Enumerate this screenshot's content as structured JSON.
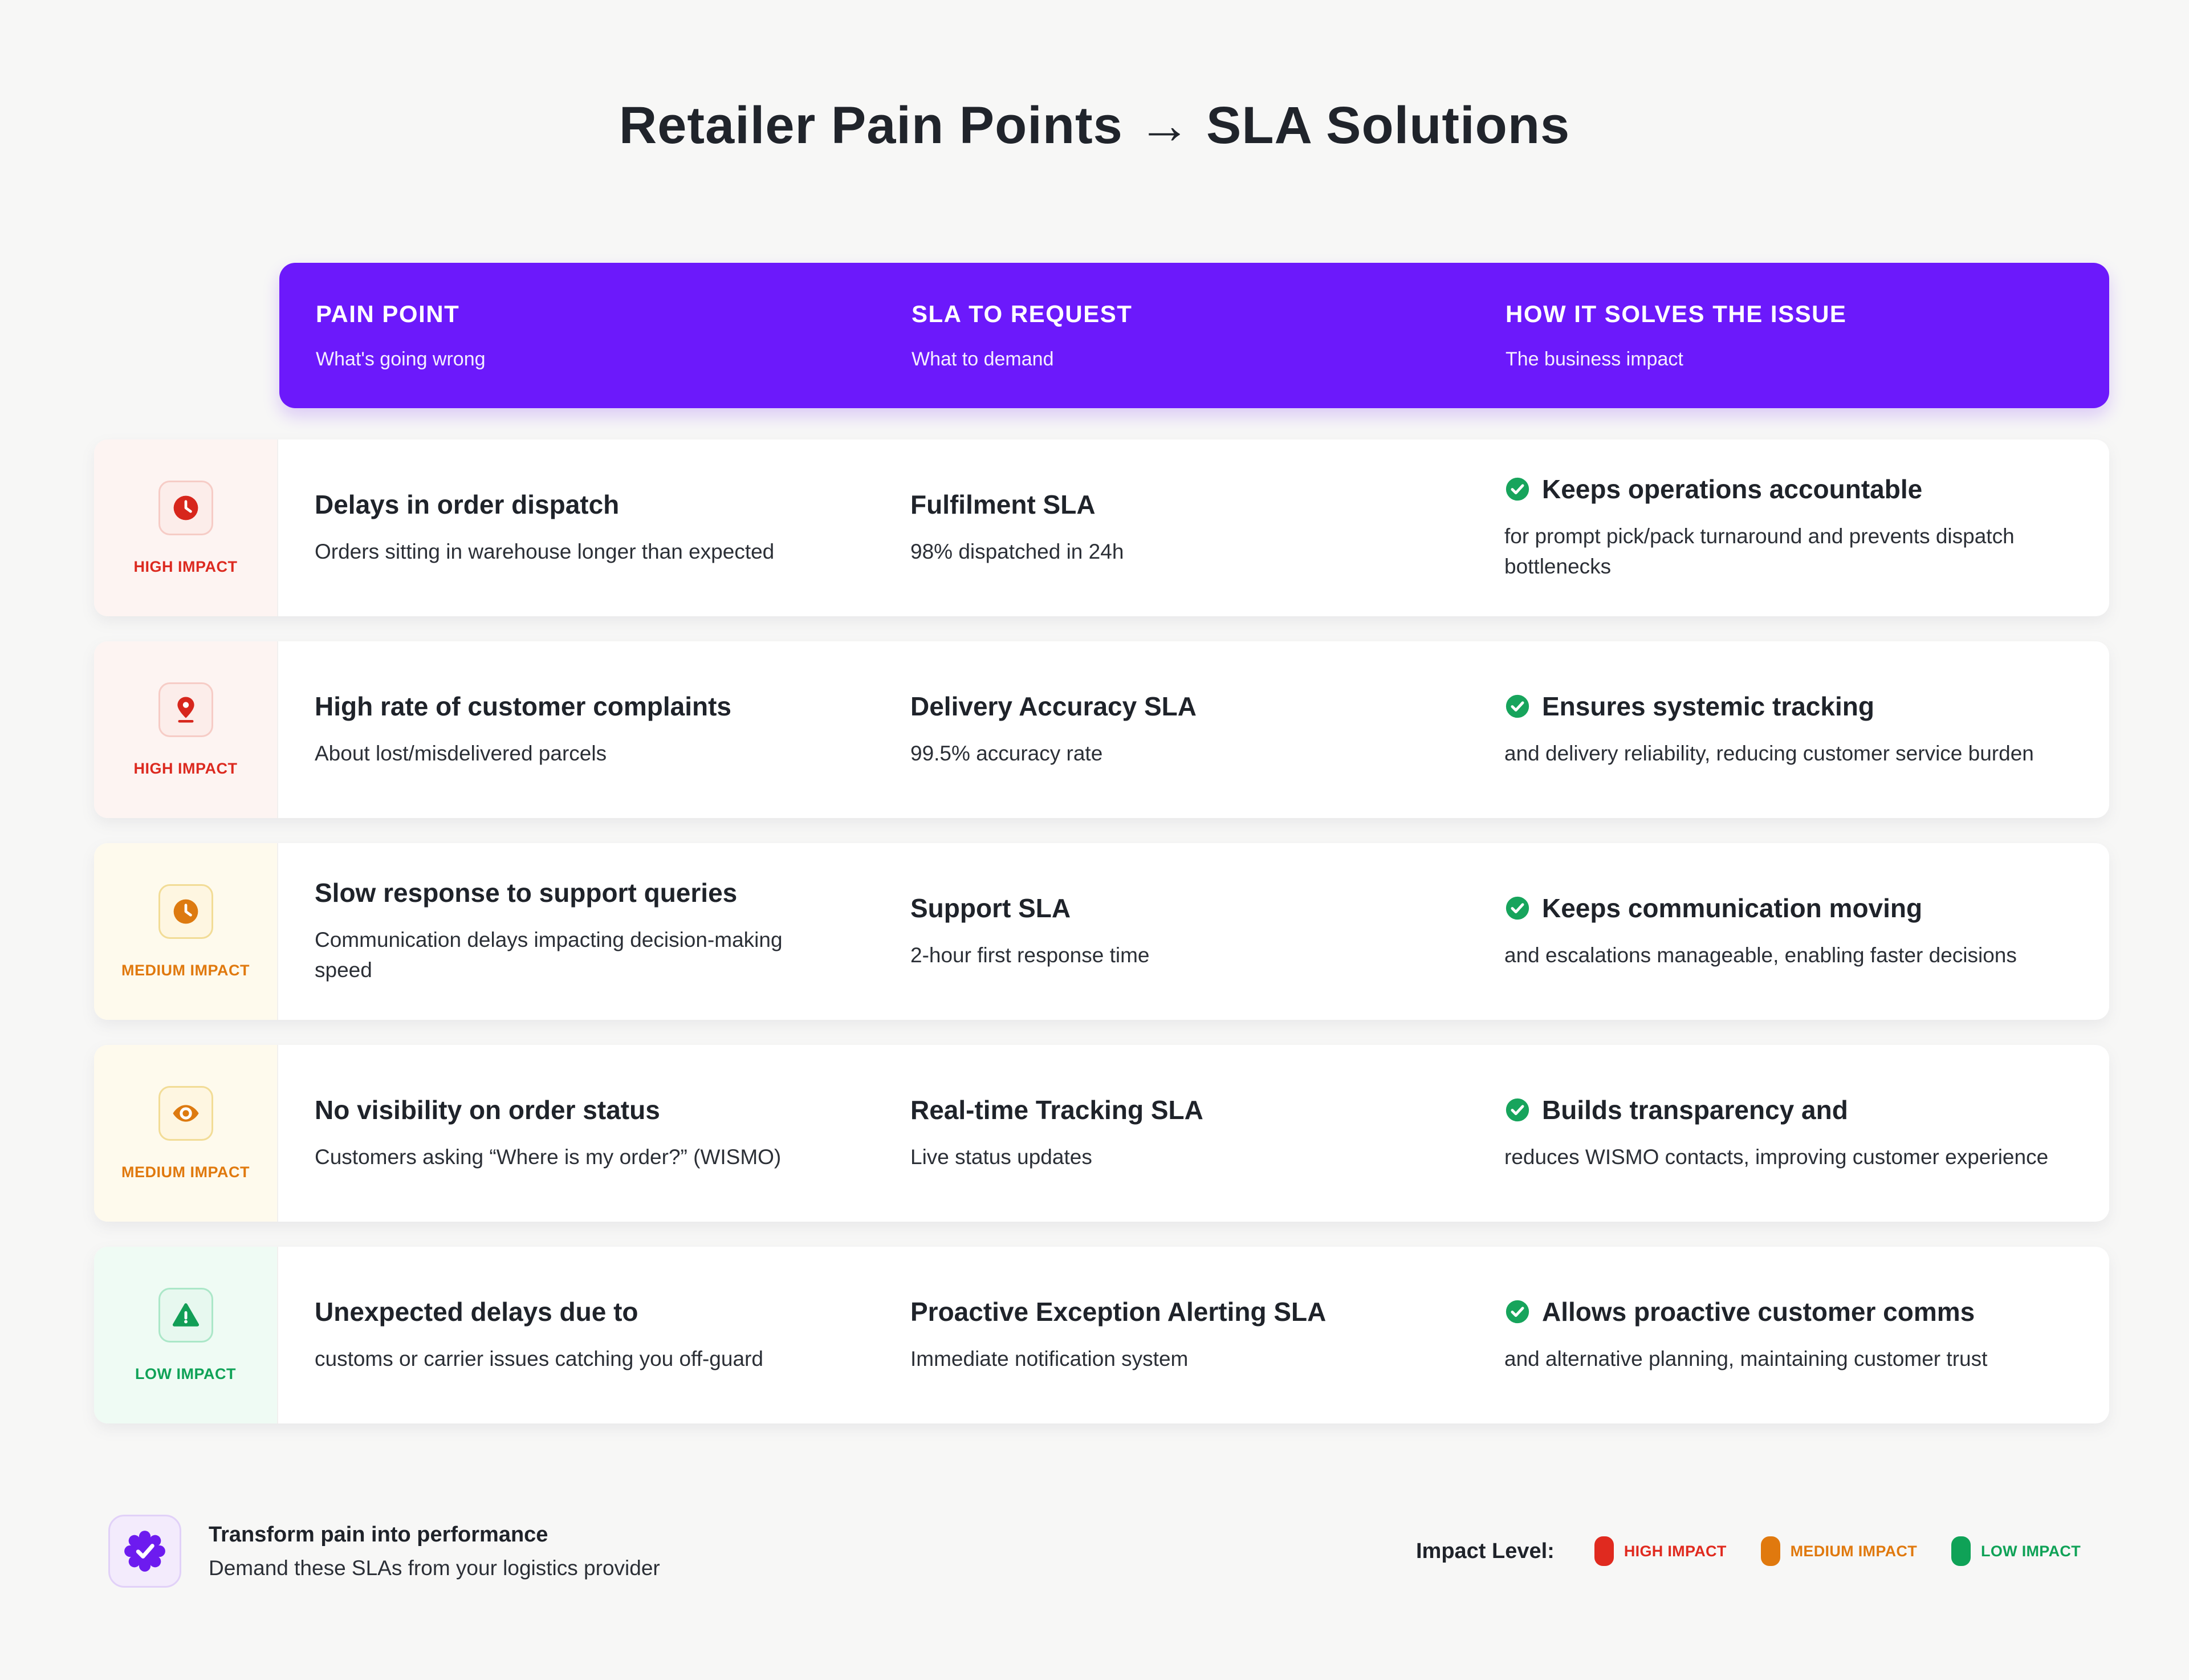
{
  "page": {
    "title": "Retailer Pain Points → SLA Solutions"
  },
  "colors": {
    "background": "#F7F7F6",
    "header_purple": "#6C19FB",
    "high_impact": "#DC2A20",
    "medium_impact": "#E0790E",
    "low_impact": "#0FA257",
    "check_green": "#17A45C",
    "badge_purple": "#6D1BEF",
    "heading_text": "#1F232A",
    "body_text": "#2B2F36"
  },
  "header": {
    "columns": [
      {
        "title": "PAIN POINT",
        "subtitle": "What's going wrong"
      },
      {
        "title": "SLA TO REQUEST",
        "subtitle": "What to demand"
      },
      {
        "title": "HOW IT SOLVES THE ISSUE",
        "subtitle": "The business impact"
      }
    ]
  },
  "rows": [
    {
      "impact_label": "HIGH IMPACT",
      "impact_icon": "clock-icon",
      "pain_title": "Delays in order dispatch",
      "pain_desc": "Orders sitting in warehouse longer than expected",
      "sla_title": "Fulfilment SLA",
      "sla_desc": "98% dispatched in 24h",
      "solution_title": "Keeps operations accountable",
      "solution_desc": "for prompt pick/pack turnaround and prevents dispatch bottlenecks"
    },
    {
      "impact_label": "HIGH IMPACT",
      "impact_icon": "map-pin-icon",
      "pain_title": "High rate of customer complaints",
      "pain_desc": "About lost/misdelivered parcels",
      "sla_title": "Delivery Accuracy SLA",
      "sla_desc": "99.5% accuracy rate",
      "solution_title": "Ensures systemic tracking",
      "solution_desc": "and delivery reliability, reducing customer service burden"
    },
    {
      "impact_label": "MEDIUM IMPACT",
      "impact_icon": "clock-icon",
      "pain_title": "Slow response to support queries",
      "pain_desc": "Communication delays impacting decision-making speed",
      "sla_title": "Support SLA",
      "sla_desc": "2-hour first response time",
      "solution_title": "Keeps communication moving",
      "solution_desc": "and escalations manageable, enabling faster decisions"
    },
    {
      "impact_label": "MEDIUM IMPACT",
      "impact_icon": "eye-icon",
      "pain_title": "No visibility on order status",
      "pain_desc": "Customers asking “Where is my order?” (WISMO)",
      "sla_title": "Real-time Tracking SLA",
      "sla_desc": "Live status updates",
      "solution_title": "Builds transparency and",
      "solution_desc": "reduces WISMO contacts, improving customer experience"
    },
    {
      "impact_label": "LOW IMPACT",
      "impact_icon": "warning-triangle-icon",
      "pain_title": "Unexpected delays due to",
      "pain_desc": "customs or carrier issues catching you off-guard",
      "sla_title": "Proactive Exception Alerting SLA",
      "sla_desc": "Immediate notification system",
      "solution_title": "Allows proactive customer comms",
      "solution_desc": "and alternative planning, maintaining customer trust"
    }
  ],
  "footer": {
    "badge_icon": "seal-check-icon",
    "badge_title": "Transform pain into performance",
    "badge_subtitle": "Demand these SLAs from your logistics provider",
    "legend_label": "Impact Level:",
    "legend": [
      {
        "label": "HIGH IMPACT",
        "color": "#E02A1F"
      },
      {
        "label": "MEDIUM IMPACT",
        "color": "#E0790E"
      },
      {
        "label": "LOW IMPACT",
        "color": "#0FA257"
      }
    ]
  }
}
